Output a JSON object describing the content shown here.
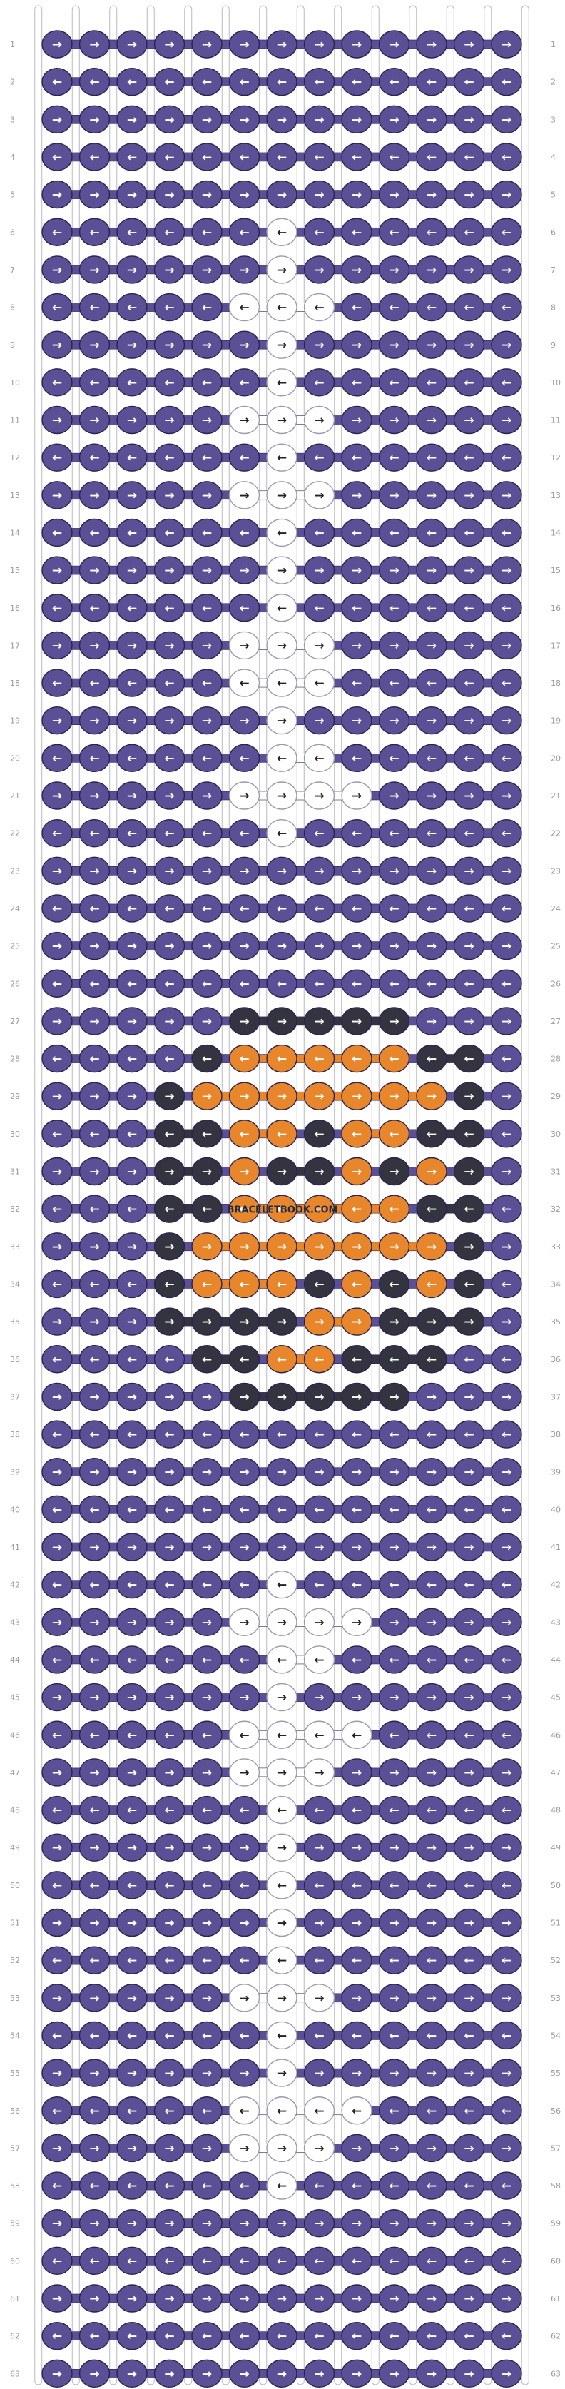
{
  "pattern": {
    "watermark": "BRACELETBOOK.COM",
    "rows": 63,
    "columns": 13,
    "colors": {
      "background": "#5b4f96",
      "white": "#ffffff",
      "orange": "#e8862b",
      "dark": "#343441",
      "outline": "#2a2350",
      "row_label": "#9a9a9a"
    },
    "color_key": {
      "P": "background",
      "W": "white",
      "O": "orange",
      "D": "dark"
    },
    "row_colors": [
      "PPPPPPPPPPPPP",
      "PPPPPPPPPPPPP",
      "PPPPPPPPPPPPP",
      "PPPPPPPPPPPPP",
      "PPPPPPPPPPPPP",
      "PPPPPPWPPPPPP",
      "PPPPPPWPPPPPP",
      "PPPPPWWWPPPPP",
      "PPPPPPWPPPPPP",
      "PPPPPPWPPPPPP",
      "PPPPPWWWPPPPP",
      "PPPPPPWPPPPPP",
      "PPPPPWWWPPPPP",
      "PPPPPPWPPPPPP",
      "PPPPPPWPPPPPP",
      "PPPPPPWPPPPPP",
      "PPPPPWWWPPPPP",
      "PPPPPWWWPPPPP",
      "PPPPPPWPPPPPP",
      "PPPPPPWWPPPPP",
      "PPPPPWWWWPPPP",
      "PPPPPPWPPPPPP",
      "PPPPPPPPPPPPP",
      "PPPPPPPPPPPPP",
      "PPPPPPPPPPPPP",
      "PPPPPPPPPPPPP",
      "PPPPPDDDDDPPP",
      "PPPPDOOOOODDP",
      "PPPDOOOOOOODP",
      "PPPDDOODOODDP",
      "PPPDDODDODODP",
      "PPPDDOOOOODDP",
      "PPPDOOOOOOODP",
      "PPPDOOODODODP",
      "PPPDDDDOODDDP",
      "PPPPDDOODDDPP",
      "PPPPPDDDDDPPP",
      "PPPPPPPPPPPPP",
      "PPPPPPPPPPPPP",
      "PPPPPPPPPPPPP",
      "PPPPPPPPPPPPP",
      "PPPPPPWPPPPPP",
      "PPPPPWWWWPPPP",
      "PPPPPPWWPPPPP",
      "PPPPPPWPPPPPP",
      "PPPPPWWWWPPPP",
      "PPPPPWWWPPPPP",
      "PPPPPPWPPPPPP",
      "PPPPPPWPPPPPP",
      "PPPPPPWPPPPPP",
      "PPPPPPWPPPPPP",
      "PPPPPPWPPPPPP",
      "PPPPPWWWPPPPP",
      "PPPPPPWPPPPPP",
      "PPPPPPWPPPPPP",
      "PPPPPWWWWPPPP",
      "PPPPPWWWPPPPP",
      "PPPPPPWPPPPPP",
      "PPPPPPPPPPPPP",
      "PPPPPPPPPPPPP",
      "PPPPPPPPPPPPP",
      "PPPPPPPPPPPPP",
      "PPPPPPPPPPPPP"
    ],
    "row_directions": [
      "RRRRRRRRRRRRR",
      "LLLLLLLLLLLLL",
      "RRRRRRRRRRRRR",
      "LLLLLLLLLLLLL",
      "RRRRRRRRRRRRR",
      "LLLLLLLLLLLLL",
      "RRRRRRRRRRRRR",
      "LLLLLLLLLLLLL",
      "RRRRRRRRRRRRR",
      "LLLLLLLLLLLLL",
      "RRRRRRRRRRRRR",
      "LLLLLLLLLLLLL",
      "RRRRRRRRRRRRR",
      "LLLLLLLLLLLLL",
      "RRRRRRRRRRRRR",
      "LLLLLLLLLLLLL",
      "RRRRRRRRRRRRR",
      "LLLLLLLLLLLLL",
      "RRRRRRRRRRRRR",
      "LLLLLLLLLLLLL",
      "RRRRRRRRRRRRR",
      "LLLLLLLLLLLLL",
      "RRRRRRRRRRRRR",
      "LLLLLLLLLLLLL",
      "RRRRRRRRRRRRR",
      "LLLLLLLLLLLLL",
      "RRRRRRRRRRRRR",
      "LLLLLLLLLLLLL",
      "RRRRRRRRRRRRR",
      "LLLLLLLLLLLLL",
      "RRRRRRRRRRRRR",
      "LLLLLLLLLLLLL",
      "RRRRRRRRRRRRR",
      "LLLLLLLLLLLLL",
      "RRRRRRRRRRRRR",
      "LLLLLLLLLLLLL",
      "RRRRRRRRRRRRR",
      "LLLLLLLLLLLLL",
      "RRRRRRRRRRRRR",
      "LLLLLLLLLLLLL",
      "RRRRRRRRRRRRR",
      "LLLLLLLLLLLLL",
      "RRRRRRRRRRRRR",
      "LLLLLLLLLLLLL",
      "RRRRRRRRRRRRR",
      "LLLLLLLLLLLLL",
      "RRRRRRRRRRRRR",
      "LLLLLLLLLLLLL",
      "RRRRRRRRRRRRR",
      "LLLLLLLLLLLLL",
      "RRRRRRRRRRRRR",
      "LLLLLLLLLLLLL",
      "RRRRRRRRRRRRR",
      "LLLLLLLLLLLLL",
      "RRRRRRRRRRRRR",
      "LLLLLLLLLLLLL",
      "RRRRRRRRRRRRR",
      "LLLLLLLLLLLLL",
      "RRRRRRRRRRRRR",
      "LLLLLLLLLLLLL",
      "RRRRRRRRRRRRR",
      "LLLLLLLLLLLLL",
      "RRRRRRRRRRRRR"
    ]
  }
}
